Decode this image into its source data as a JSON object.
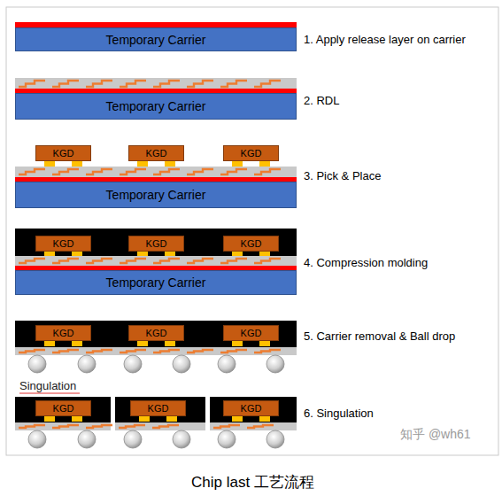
{
  "diagram": {
    "caption": "Chip last 工艺流程",
    "nodes": [
      {
        "text": [
          "Temporary Carrier"
        ]
      },
      {
        "text": [
          "Temporary Carrier"
        ]
      },
      {
        "text": [
          "KGD"
        ]
      },
      {
        "text": [
          "KGD"
        ]
      },
      {
        "text": [
          "KGD"
        ]
      },
      {
        "text": [
          "Temporary Carrier"
        ]
      },
      {
        "text": [
          "KGD"
        ]
      },
      {
        "text": [
          "KGD"
        ]
      },
      {
        "text": [
          "KGD"
        ]
      },
      {
        "text": [
          "Temporary Carrier"
        ]
      },
      {
        "text": [
          "KGD"
        ]
      },
      {
        "text": [
          "KGD"
        ]
      },
      {
        "text": [
          "KGD"
        ]
      },
      {
        "text": [
          "KGD"
        ]
      },
      {
        "text": [
          "KGD"
        ]
      },
      {
        "text": [
          "KGD"
        ]
      }
    ],
    "labels": [
      "1. Apply release layer on carrier",
      "2. RDL",
      "3. Pick & Place",
      "4. Compression molding",
      "5. Carrier removal & Ball drop",
      "6. Singulation",
      "Singulation",
      "知乎 @wh61"
    ]
  }
}
